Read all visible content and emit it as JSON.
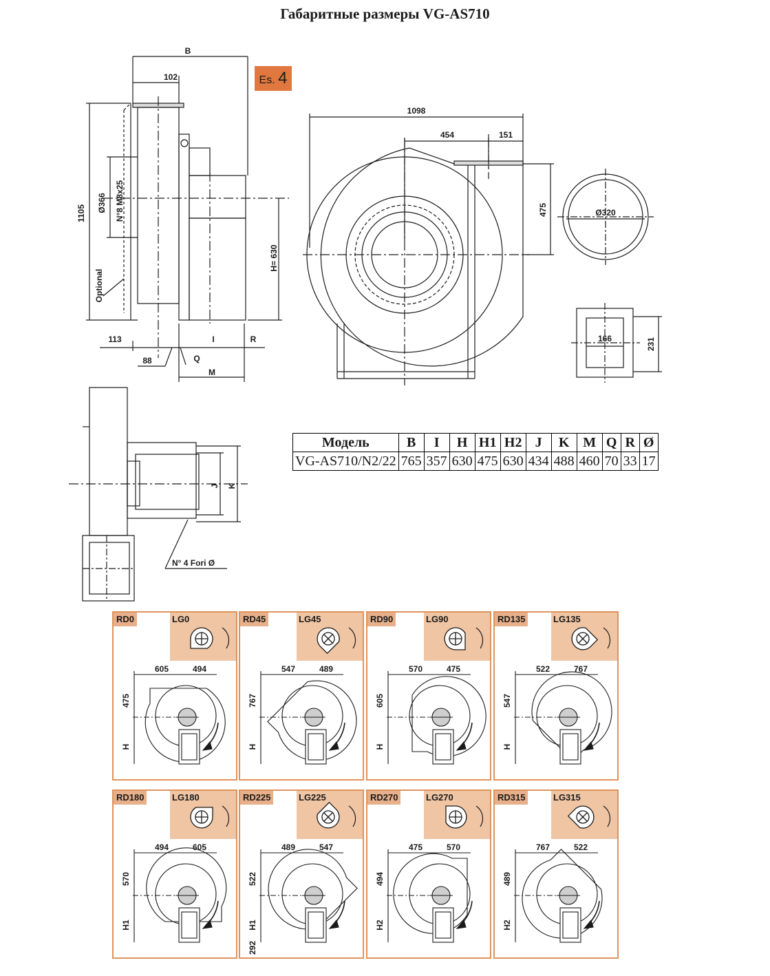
{
  "title": "Габаритные размеры VG-AS710",
  "badge": {
    "prefix": "Es.",
    "number": "4"
  },
  "side_view": {
    "labels": {
      "B": "B",
      "d102": "102",
      "d1105": "1105",
      "d366": "Ø366",
      "holes": "N°8 M8x25",
      "optional": "Optional",
      "H": "H= 630",
      "d113": "113",
      "d88": "88",
      "I": "I",
      "R": "R",
      "Q": "Q",
      "M": "M"
    }
  },
  "front_view": {
    "labels": {
      "d1098": "1098",
      "d454": "454",
      "d151": "151",
      "d475": "475"
    }
  },
  "flange_round": {
    "label": "Ø320"
  },
  "flange_rect": {
    "w": "166",
    "h": "231"
  },
  "top_view": {
    "labels": {
      "J": "J",
      "K": "K",
      "holes": "N° 4 Fori Ø"
    }
  },
  "spec_table": {
    "headers": [
      "Модель",
      "B",
      "I",
      "H",
      "H1",
      "H2",
      "J",
      "K",
      "M",
      "Q",
      "R",
      "Ø"
    ],
    "rows": [
      [
        "VG-AS710/N2/22",
        "765",
        "357",
        "630",
        "475",
        "630",
        "434",
        "488",
        "460",
        "70",
        "33",
        "17"
      ]
    ]
  },
  "orientations": [
    {
      "rd": "RD0",
      "lg": "LG0",
      "d1": "605",
      "d2": "494",
      "dv1": "475",
      "dv2": "H"
    },
    {
      "rd": "RD45",
      "lg": "LG45",
      "d1": "547",
      "d2": "489",
      "dv1": "767",
      "dv2": "H"
    },
    {
      "rd": "RD90",
      "lg": "LG90",
      "d1": "570",
      "d2": "475",
      "dv1": "605",
      "dv2": "H"
    },
    {
      "rd": "RD135",
      "lg": "LG135",
      "d1": "522",
      "d2": "767",
      "dv1": "547",
      "dv2": "H"
    },
    {
      "rd": "RD180",
      "lg": "LG180",
      "d1": "494",
      "d2": "605",
      "dv1": "570",
      "dv2": "H1"
    },
    {
      "rd": "RD225",
      "lg": "LG225",
      "d1": "489",
      "d2": "547",
      "dv1": "522",
      "dv2": "H1",
      "dv3": "292"
    },
    {
      "rd": "RD270",
      "lg": "LG270",
      "d1": "475",
      "d2": "570",
      "dv1": "494",
      "dv2": "H2"
    },
    {
      "rd": "RD315",
      "lg": "LG315",
      "d1": "767",
      "d2": "522",
      "dv1": "489",
      "dv2": "H2"
    }
  ],
  "colors": {
    "accent": "#e07840",
    "panel_border": "#e0925a",
    "panel_header": "#f0c5a4"
  }
}
